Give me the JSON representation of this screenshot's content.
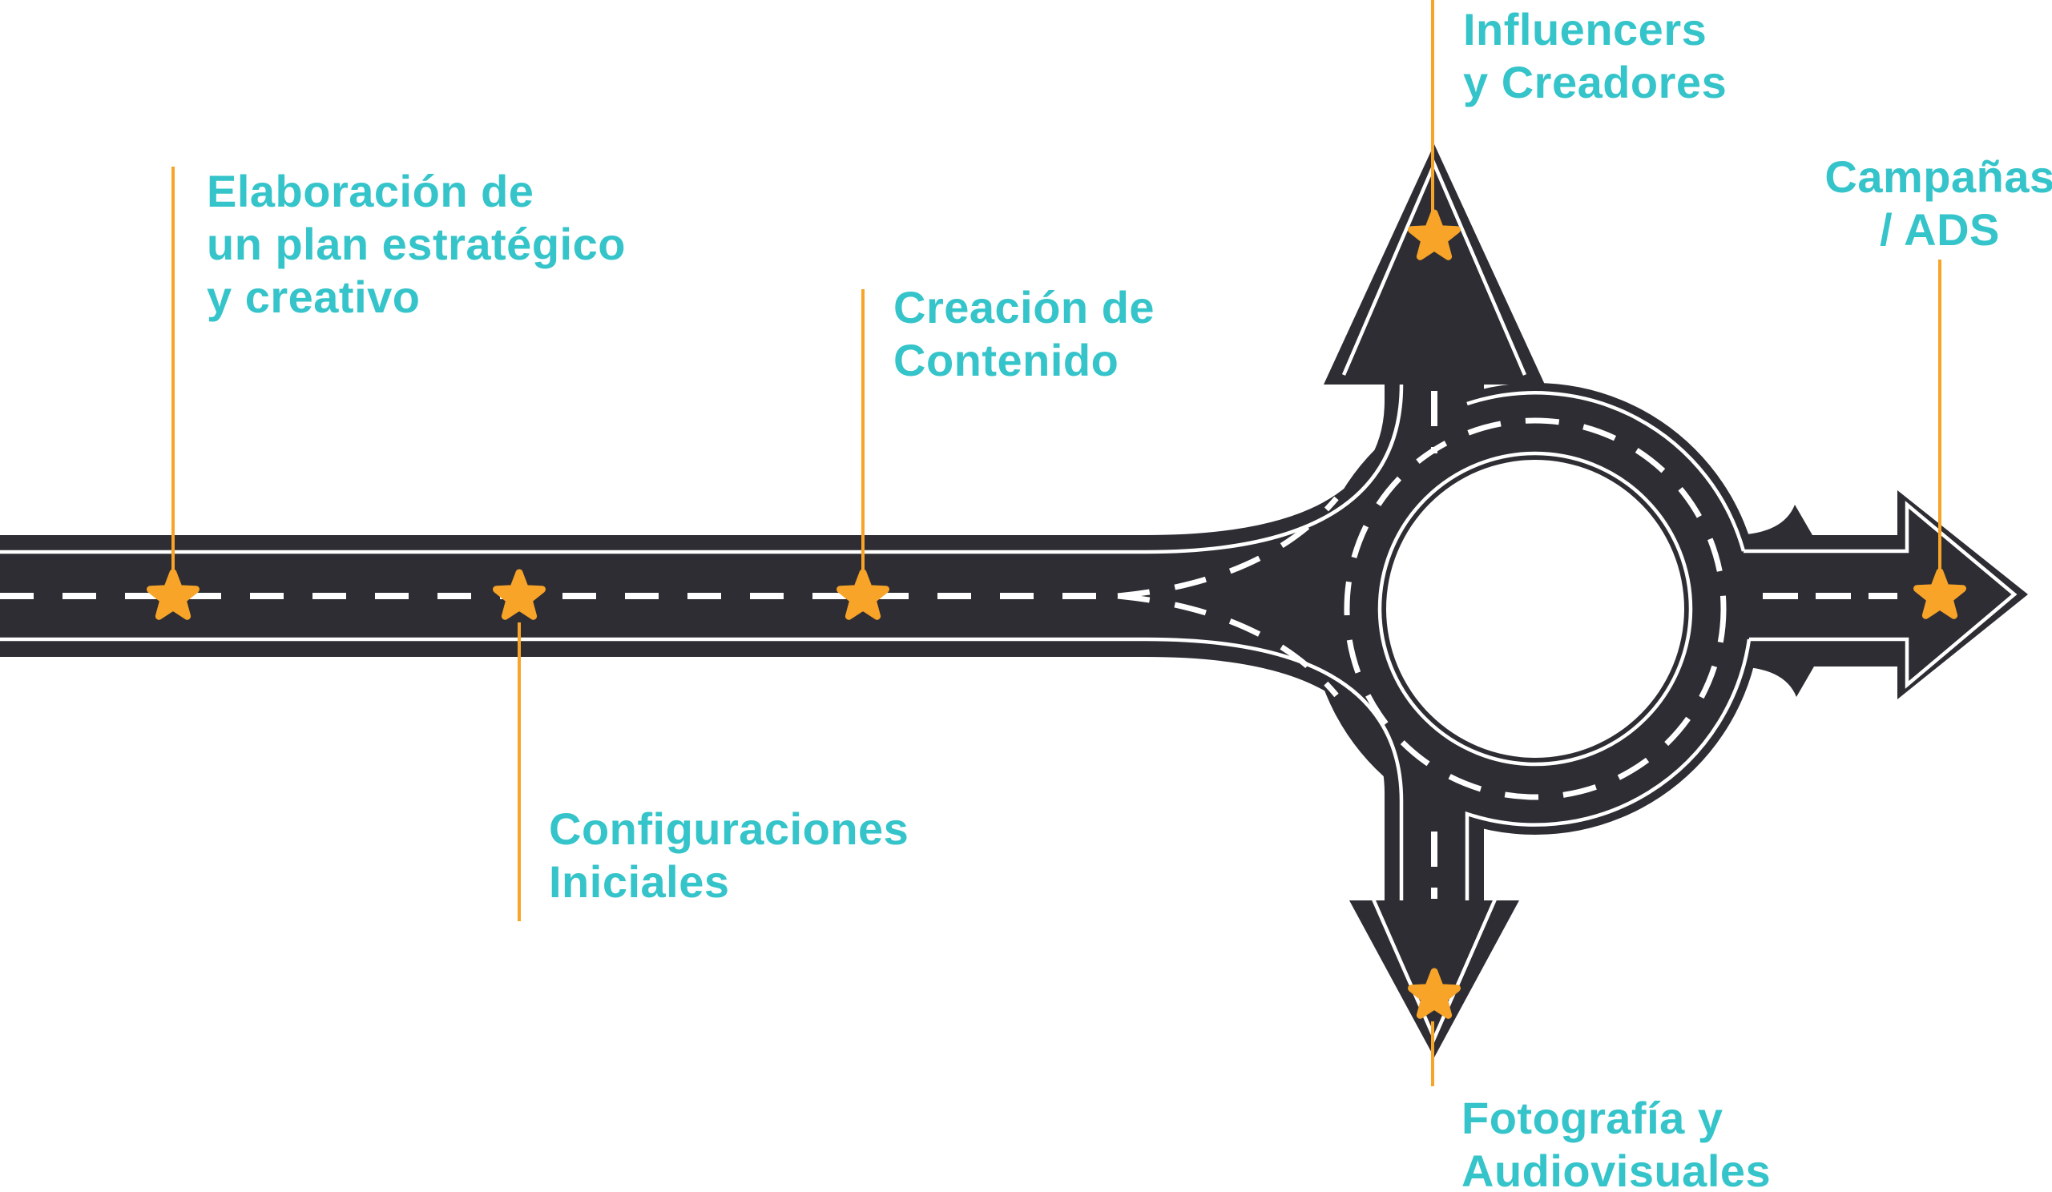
{
  "figure": {
    "type": "roadmap-road-diagram",
    "colors": {
      "road": "#2e2d33",
      "marking_white": "#ffffff",
      "accent_orange": "#f7a428",
      "label_teal": "#35c4ca",
      "background": "#ffffff"
    },
    "milestones": [
      {
        "id": "plan",
        "lines": [
          "Elaboración de",
          "un plan estratégico",
          "y creativo"
        ]
      },
      {
        "id": "configuraciones",
        "lines": [
          "Configuraciones",
          "Iniciales"
        ]
      },
      {
        "id": "contenido",
        "lines": [
          "Creación de",
          "Contenido"
        ]
      },
      {
        "id": "influencers",
        "lines": [
          "Influencers",
          "y Creadores"
        ]
      },
      {
        "id": "campanas",
        "lines": [
          "Campañas",
          "/ ADS"
        ]
      },
      {
        "id": "fotografia",
        "lines": [
          "Fotografía y",
          "Audiovisuales"
        ]
      }
    ]
  }
}
